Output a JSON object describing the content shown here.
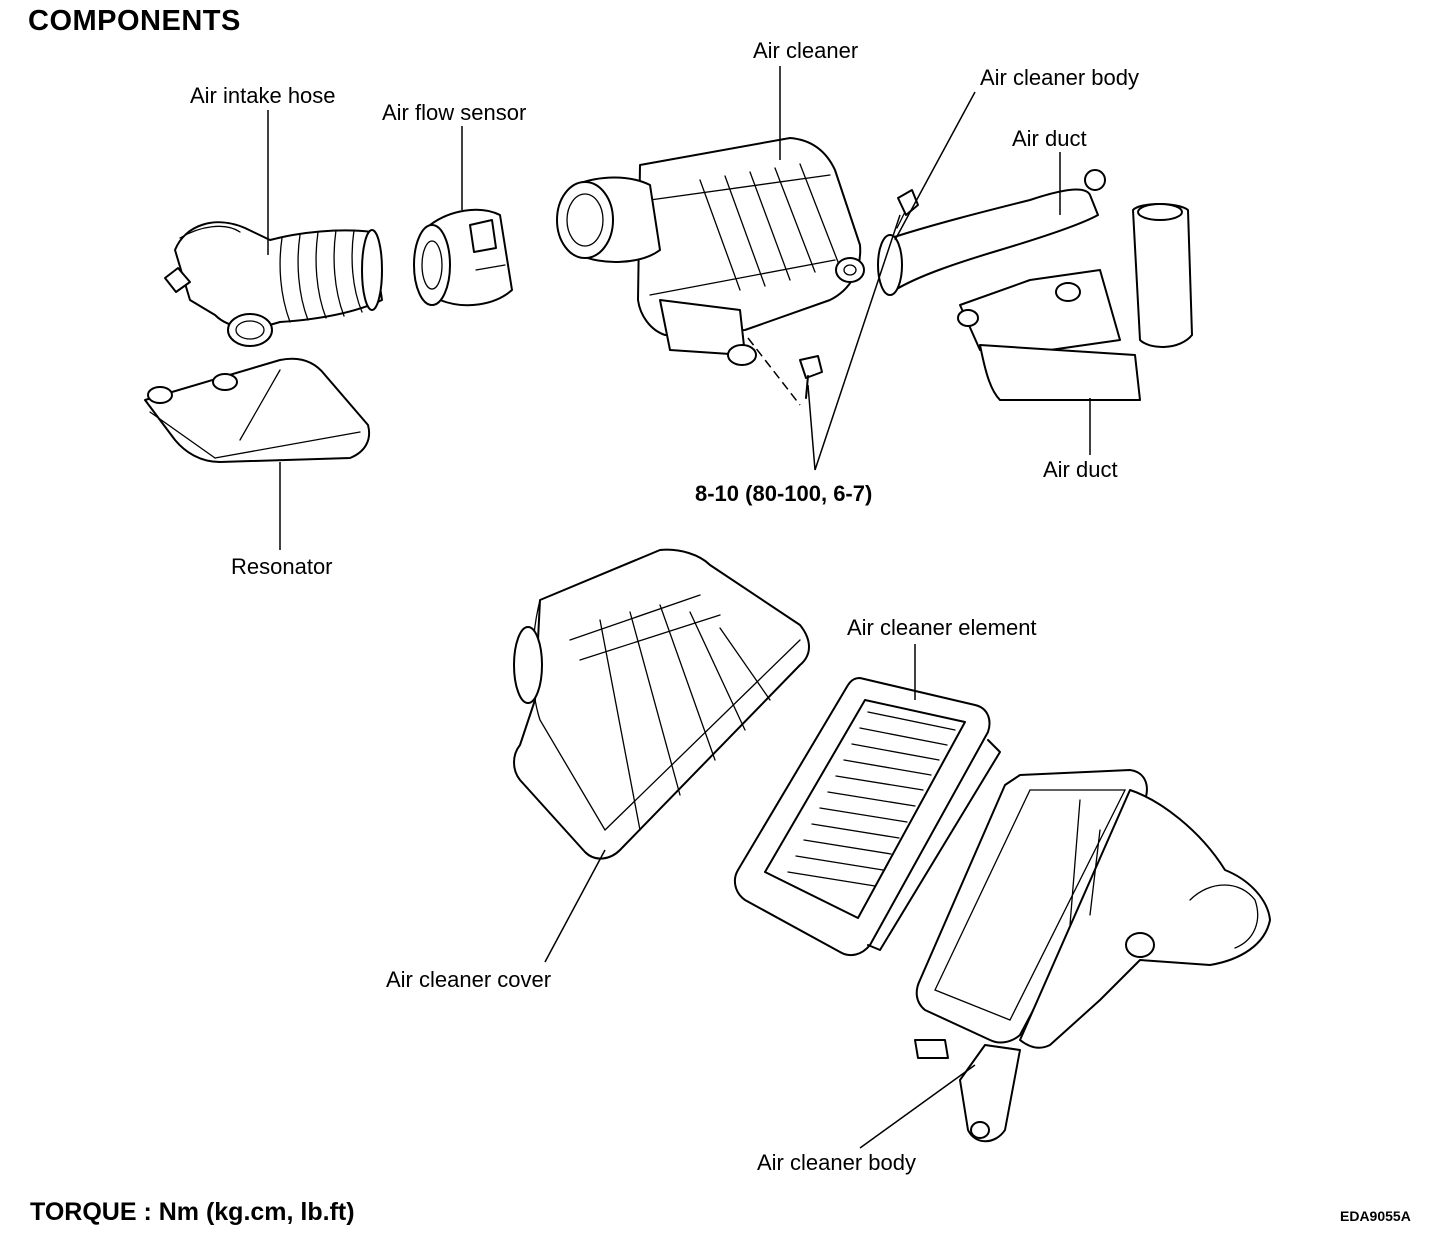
{
  "title": "COMPONENTS",
  "labels": {
    "air_intake_hose": "Air intake hose",
    "air_flow_sensor": "Air flow sensor",
    "air_cleaner": "Air cleaner",
    "air_cleaner_body_top": "Air cleaner body",
    "air_duct_top": "Air duct",
    "air_duct_bottom": "Air duct",
    "resonator": "Resonator",
    "torque_spec": "8-10 (80-100, 6-7)",
    "air_cleaner_element": "Air cleaner element",
    "air_cleaner_cover": "Air cleaner cover",
    "air_cleaner_body_bottom": "Air cleaner body"
  },
  "footer": {
    "torque_units": "TORQUE : Nm (kg.cm, lb.ft)",
    "figure_code": "EDA9055A"
  }
}
